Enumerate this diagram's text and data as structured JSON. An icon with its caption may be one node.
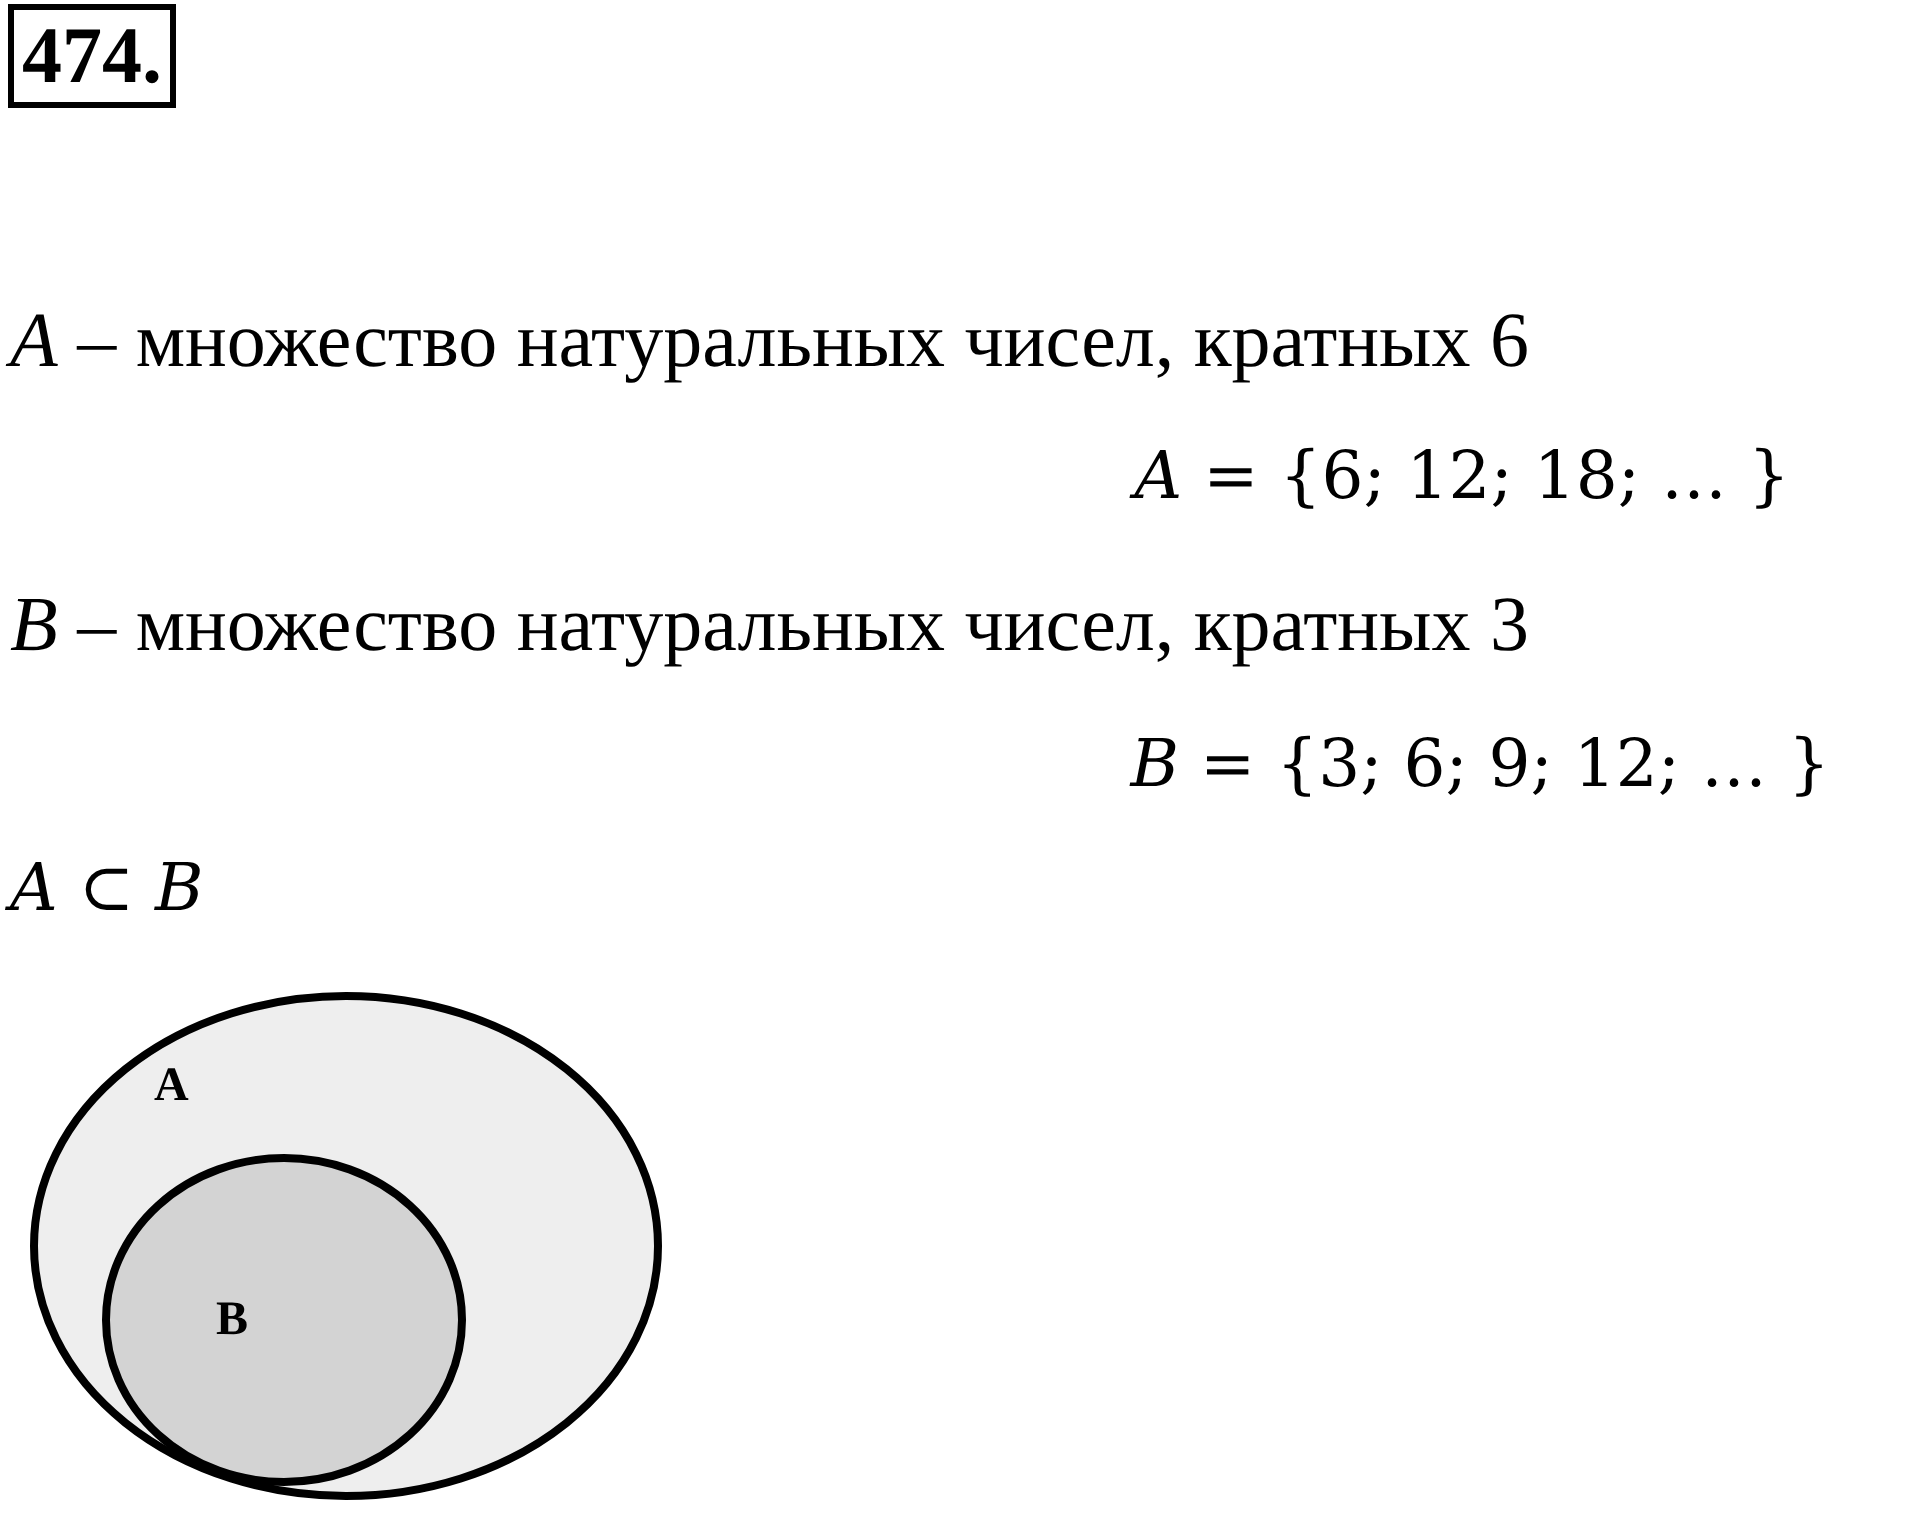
{
  "diagram": {
    "title": "474.",
    "nodes": [
      {
        "text": [
          "A"
        ]
      },
      {
        "text": [
          "B"
        ],
        "in": 0
      }
    ],
    "labels": [
      "*A* – множество натуральных чисел, кратных 6",
      "*A* = {6; 12; 18; … }",
      "*B* – множество натуральных чисел, кратных 3",
      "*B* = {3; 6; 9; 12; … }",
      "*A* ⊂ *B*"
    ]
  }
}
